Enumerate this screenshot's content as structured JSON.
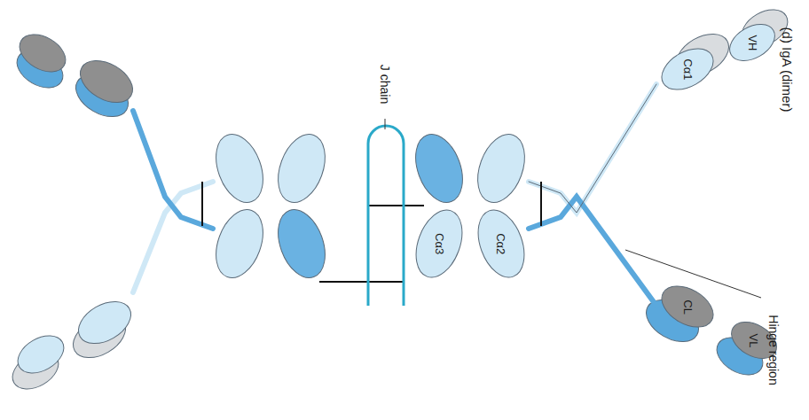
{
  "diagram": {
    "nodes": [
      {
        "text": [
          "VH"
        ]
      },
      {
        "text": [
          "Cα1"
        ]
      },
      {
        "text": [
          "Cα2"
        ]
      },
      {
        "text": [
          "Cα3"
        ]
      },
      {
        "text": [
          "CL"
        ]
      },
      {
        "text": [
          "VL"
        ]
      }
    ],
    "labels": [
      "(d) IgA (dimer)",
      "J chain",
      "Hinge region"
    ]
  }
}
